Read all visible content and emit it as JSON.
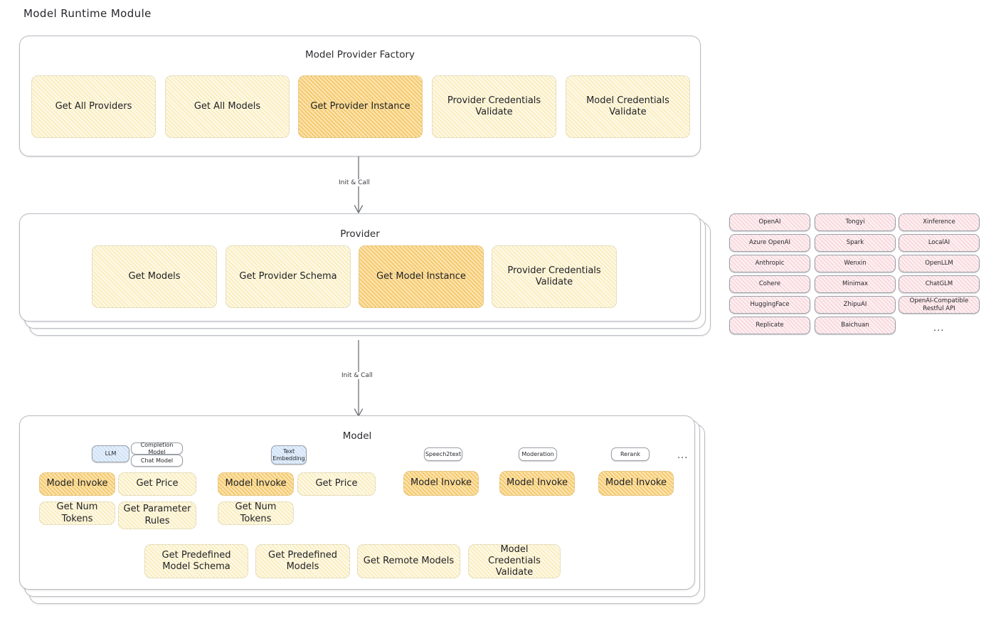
{
  "page": {
    "title": "Model Runtime Module"
  },
  "factory": {
    "title": "Model Provider Factory",
    "methods": [
      {
        "label": "Get All Providers",
        "highlighted": false
      },
      {
        "label": "Get All Models",
        "highlighted": false
      },
      {
        "label": "Get Provider Instance",
        "highlighted": true
      },
      {
        "label": "Provider Credentials Validate",
        "highlighted": false
      },
      {
        "label": "Model Credentials Validate",
        "highlighted": false
      }
    ]
  },
  "arrows": {
    "factory_to_provider": "Init & Call",
    "provider_to_model": "Init & Call"
  },
  "provider": {
    "title": "Provider",
    "methods": [
      {
        "label": "Get Models",
        "highlighted": false
      },
      {
        "label": "Get Provider Schema",
        "highlighted": false
      },
      {
        "label": "Get Model Instance",
        "highlighted": true
      },
      {
        "label": "Provider Credentials Validate",
        "highlighted": false
      }
    ]
  },
  "provider_list": {
    "ellipsis": "...",
    "columns": [
      {
        "items": [
          "OpenAI",
          "Azure OpenAI",
          "Anthropic",
          "Cohere",
          "HuggingFace",
          "Replicate"
        ]
      },
      {
        "items": [
          "Tongyi",
          "Spark",
          "Wenxin",
          "Minimax",
          "ZhipuAI",
          "Baichuan"
        ]
      },
      {
        "items": [
          "Xinference",
          "LocalAI",
          "OpenLLM",
          "ChatGLM",
          "OpenAI-Compatible Restful API"
        ]
      }
    ]
  },
  "model": {
    "title": "Model",
    "ellipsis": "...",
    "types": [
      {
        "badge": "LLM",
        "sub_badges": [
          "Completion Model",
          "Chat Model"
        ],
        "methods": [
          {
            "label": "Model Invoke",
            "highlighted": true
          },
          {
            "label": "Get Price",
            "highlighted": false
          },
          {
            "label": "Get Num Tokens",
            "highlighted": false
          },
          {
            "label": "Get Parameter Rules",
            "highlighted": false
          }
        ]
      },
      {
        "badge": "Text Embedding",
        "sub_badges": [],
        "methods": [
          {
            "label": "Model Invoke",
            "highlighted": true
          },
          {
            "label": "Get Price",
            "highlighted": false
          },
          {
            "label": "Get Num Tokens",
            "highlighted": false
          }
        ]
      },
      {
        "badge": "Speech2text",
        "sub_badges": [],
        "methods": [
          {
            "label": "Model Invoke",
            "highlighted": true
          }
        ]
      },
      {
        "badge": "Moderation",
        "sub_badges": [],
        "methods": [
          {
            "label": "Model Invoke",
            "highlighted": true
          }
        ]
      },
      {
        "badge": "Rerank",
        "sub_badges": [],
        "methods": [
          {
            "label": "Model Invoke",
            "highlighted": true
          }
        ]
      }
    ],
    "common_methods": [
      {
        "label": "Get Predefined Model Schema"
      },
      {
        "label": "Get Predefined Models"
      },
      {
        "label": "Get Remote Models"
      },
      {
        "label": "Model Credentials Validate"
      }
    ]
  },
  "colors": {
    "box_fill": "#fdf8e4",
    "box_hatch": "#f6d678",
    "box_highlight_fill": "#fbe2ab",
    "box_highlight_hatch": "#efb740",
    "chip_fill": "#fdeef0",
    "chip_hatch": "#eba0aa",
    "badge_blue": "#e3eefb",
    "border": "#b9bcc2",
    "text": "#1f2023"
  }
}
